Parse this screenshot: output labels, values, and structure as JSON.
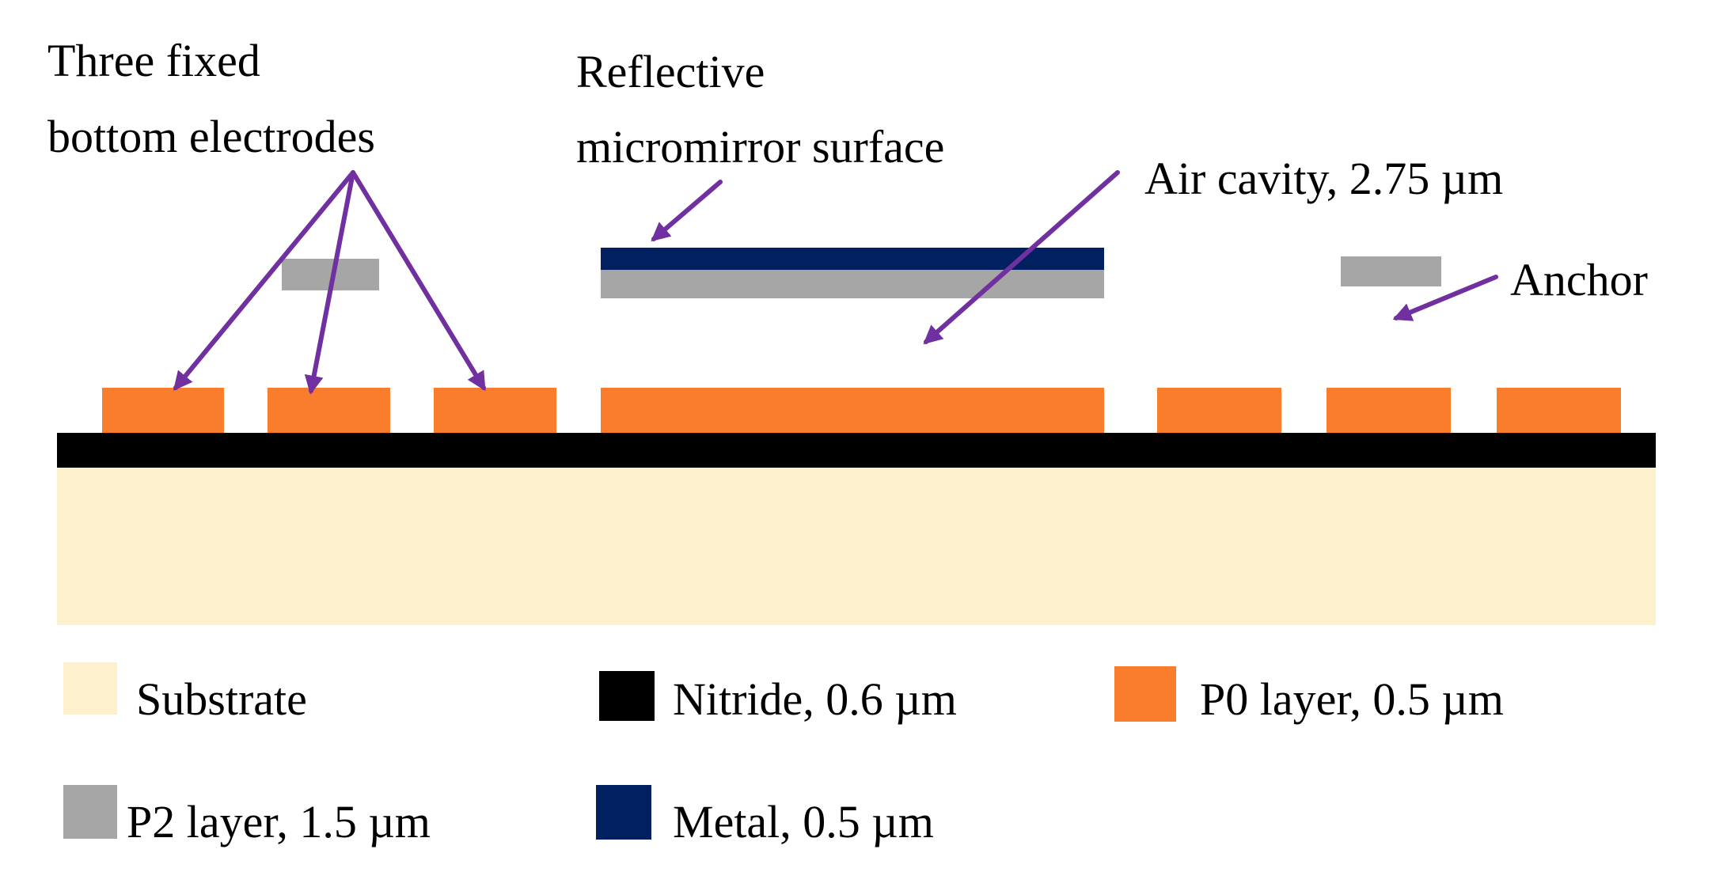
{
  "labels": {
    "electrodes_line1": "Three fixed",
    "electrodes_line2": "bottom electrodes",
    "mirror_line1": "Reflective",
    "mirror_line2": "micromirror surface",
    "cavity": "Air cavity, 2.75 µm",
    "anchor": "Anchor"
  },
  "legend": [
    {
      "label": "Substrate",
      "color": "#fdf0cc"
    },
    {
      "label": "Nitride, 0.6 µm",
      "color": "#000000"
    },
    {
      "label": "P0 layer, 0.5 µm",
      "color": "#fa7d2d"
    },
    {
      "label": "P2 layer, 1.5 µm",
      "color": "#a6a6a6"
    },
    {
      "label": "Metal, 0.5 µm",
      "color": "#002060"
    }
  ],
  "colors": {
    "substrate": "#fdf0cc",
    "nitride": "#000000",
    "p0": "#fa7d2d",
    "p2": "#a6a6a6",
    "metal": "#002060",
    "arrow": "#7030a0"
  }
}
